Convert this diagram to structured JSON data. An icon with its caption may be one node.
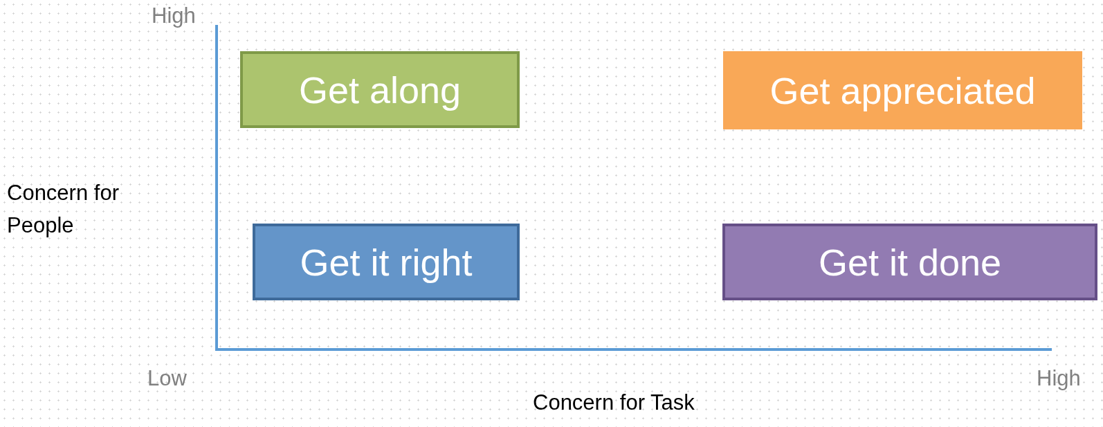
{
  "diagram": {
    "nodes": [
      {
        "text": [
          "Get along"
        ]
      },
      {
        "text": [
          "Get appreciated"
        ]
      },
      {
        "text": [
          "Get it right"
        ]
      },
      {
        "text": [
          "Get it done"
        ]
      }
    ],
    "labels": [
      "High",
      "Concern for People",
      "Low",
      "Concern for Task",
      "High"
    ]
  }
}
